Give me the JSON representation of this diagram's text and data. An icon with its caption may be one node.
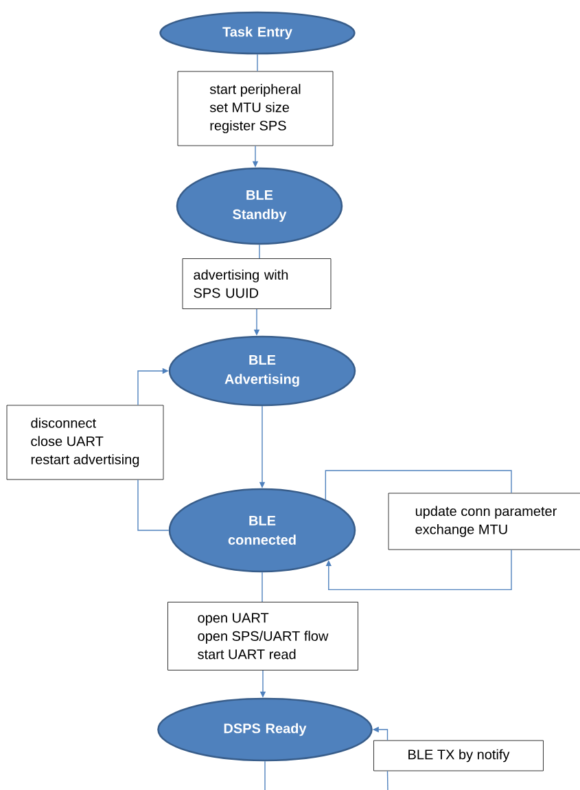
{
  "diagram": {
    "nodes": [
      {
        "text": [
          "Task Entry"
        ]
      },
      {
        "text": [
          "start peripheral",
          "set MTU size",
          "register SPS"
        ]
      },
      {
        "text": [
          "BLE Standby"
        ]
      },
      {
        "text": [
          "advertising with SPS UUID"
        ]
      },
      {
        "text": [
          "BLE Advertising"
        ]
      },
      {
        "text": [
          "disconnect",
          "close UART",
          "restart advertising"
        ]
      },
      {
        "text": [
          "BLE connected"
        ]
      },
      {
        "text": [
          "update conn parameter",
          "exchange MTU"
        ]
      },
      {
        "text": [
          "open UART",
          "open SPS/UART flow",
          "start UART read"
        ]
      },
      {
        "text": [
          "DSPS Ready"
        ]
      },
      {
        "text": [
          "BLE TX by notify"
        ]
      }
    ],
    "edges": [
      {
        "from": 0,
        "to": 1,
        "arrow": "none"
      },
      {
        "from": 1,
        "to": 2,
        "arrow": "to"
      },
      {
        "from": 2,
        "to": 3,
        "arrow": "none"
      },
      {
        "from": 3,
        "to": 4,
        "arrow": "to"
      },
      {
        "from": 4,
        "to": 6,
        "arrow": "to"
      },
      {
        "from": 6,
        "to": 5,
        "arrow": "none"
      },
      {
        "from": 5,
        "to": 4,
        "arrow": "to"
      },
      {
        "from": 6,
        "to": 7,
        "arrow": "none"
      },
      {
        "from": 7,
        "to": 6,
        "arrow": "to"
      },
      {
        "from": 6,
        "to": 8,
        "arrow": "none"
      },
      {
        "from": 8,
        "to": 9,
        "arrow": "to"
      },
      {
        "from": 9,
        "to": null,
        "arrow": "none"
      },
      {
        "from": null,
        "to": 10,
        "arrow": "none"
      },
      {
        "from": 10,
        "to": 9,
        "arrow": "to"
      }
    ]
  }
}
